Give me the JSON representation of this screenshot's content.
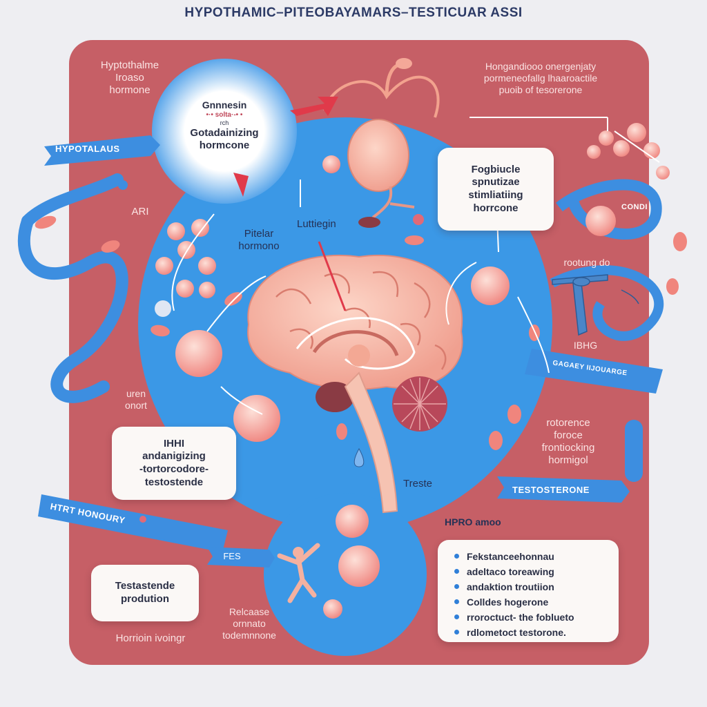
{
  "title": "HYPOTHAMIC–PITEOBAYAMARS–TESTICUAR ASSI",
  "colors": {
    "background": "#eeeef2",
    "panel": "#c65f66",
    "blue_circle": "#3b98e6",
    "ribbon": "#3d8ee0",
    "cell": "#f6a69e",
    "brain": "#f5b8a6",
    "card": "#fbf8f6",
    "text_dark": "#2a2f45"
  },
  "labels": {
    "hypothalamus_release": [
      "Hyptothalme",
      "Iroaso",
      "hormone"
    ],
    "top_right_note": [
      "Hongandiooo onergenjaty",
      "pormeneofallg lhaaroactile",
      "puoib of tesorerone"
    ],
    "ari": "ARI",
    "pitelar_hormone": [
      "Pitelar",
      "hormono"
    ],
    "luttiegin": "Luttiegin",
    "rootung_do": "rootung do",
    "ibhg": "IBHG",
    "uren_onort": [
      "uren",
      "onort"
    ],
    "rotorence_block": [
      "rotorence",
      "foroce",
      "frontiocking",
      "hormigol"
    ],
    "treste": "Treste",
    "hpro_amoo": "HPRO amoo",
    "fes": "FES",
    "release_block": [
      "Relcaase",
      "ornnato",
      "todemnnone"
    ],
    "horrioin_ivoingr": "Horrioin ivoingr"
  },
  "ribbons": {
    "hypotalaus": "HYPOTALAUS",
    "cond": "CONDI",
    "gagaty": "GAGAEY IIJOUARGE",
    "testosterone": "TESTOSTERONE",
    "htrt_honoury": "HTRT HONOURY"
  },
  "cards": {
    "gnrh": [
      "Gnnnesin",
      "•·• solta·-• •",
      "rch",
      "Gotadainizing",
      "hormcone"
    ],
    "fsh": [
      "Fogbiucle",
      "spnutizae",
      "stimliatiing",
      "horrcone"
    ],
    "ihhl": [
      "IHHI",
      "andanigizing",
      "-tortorcodore-",
      "testostende"
    ],
    "testosterone_production": [
      "Testastende",
      "prodution"
    ]
  },
  "bullets": [
    "Fekstanceehonnau",
    "adeltaco toreawing",
    "andaktion troutiion",
    "Colldes hogerone",
    "rroroctuct- the foblueto",
    "rdlometoct testorone."
  ]
}
